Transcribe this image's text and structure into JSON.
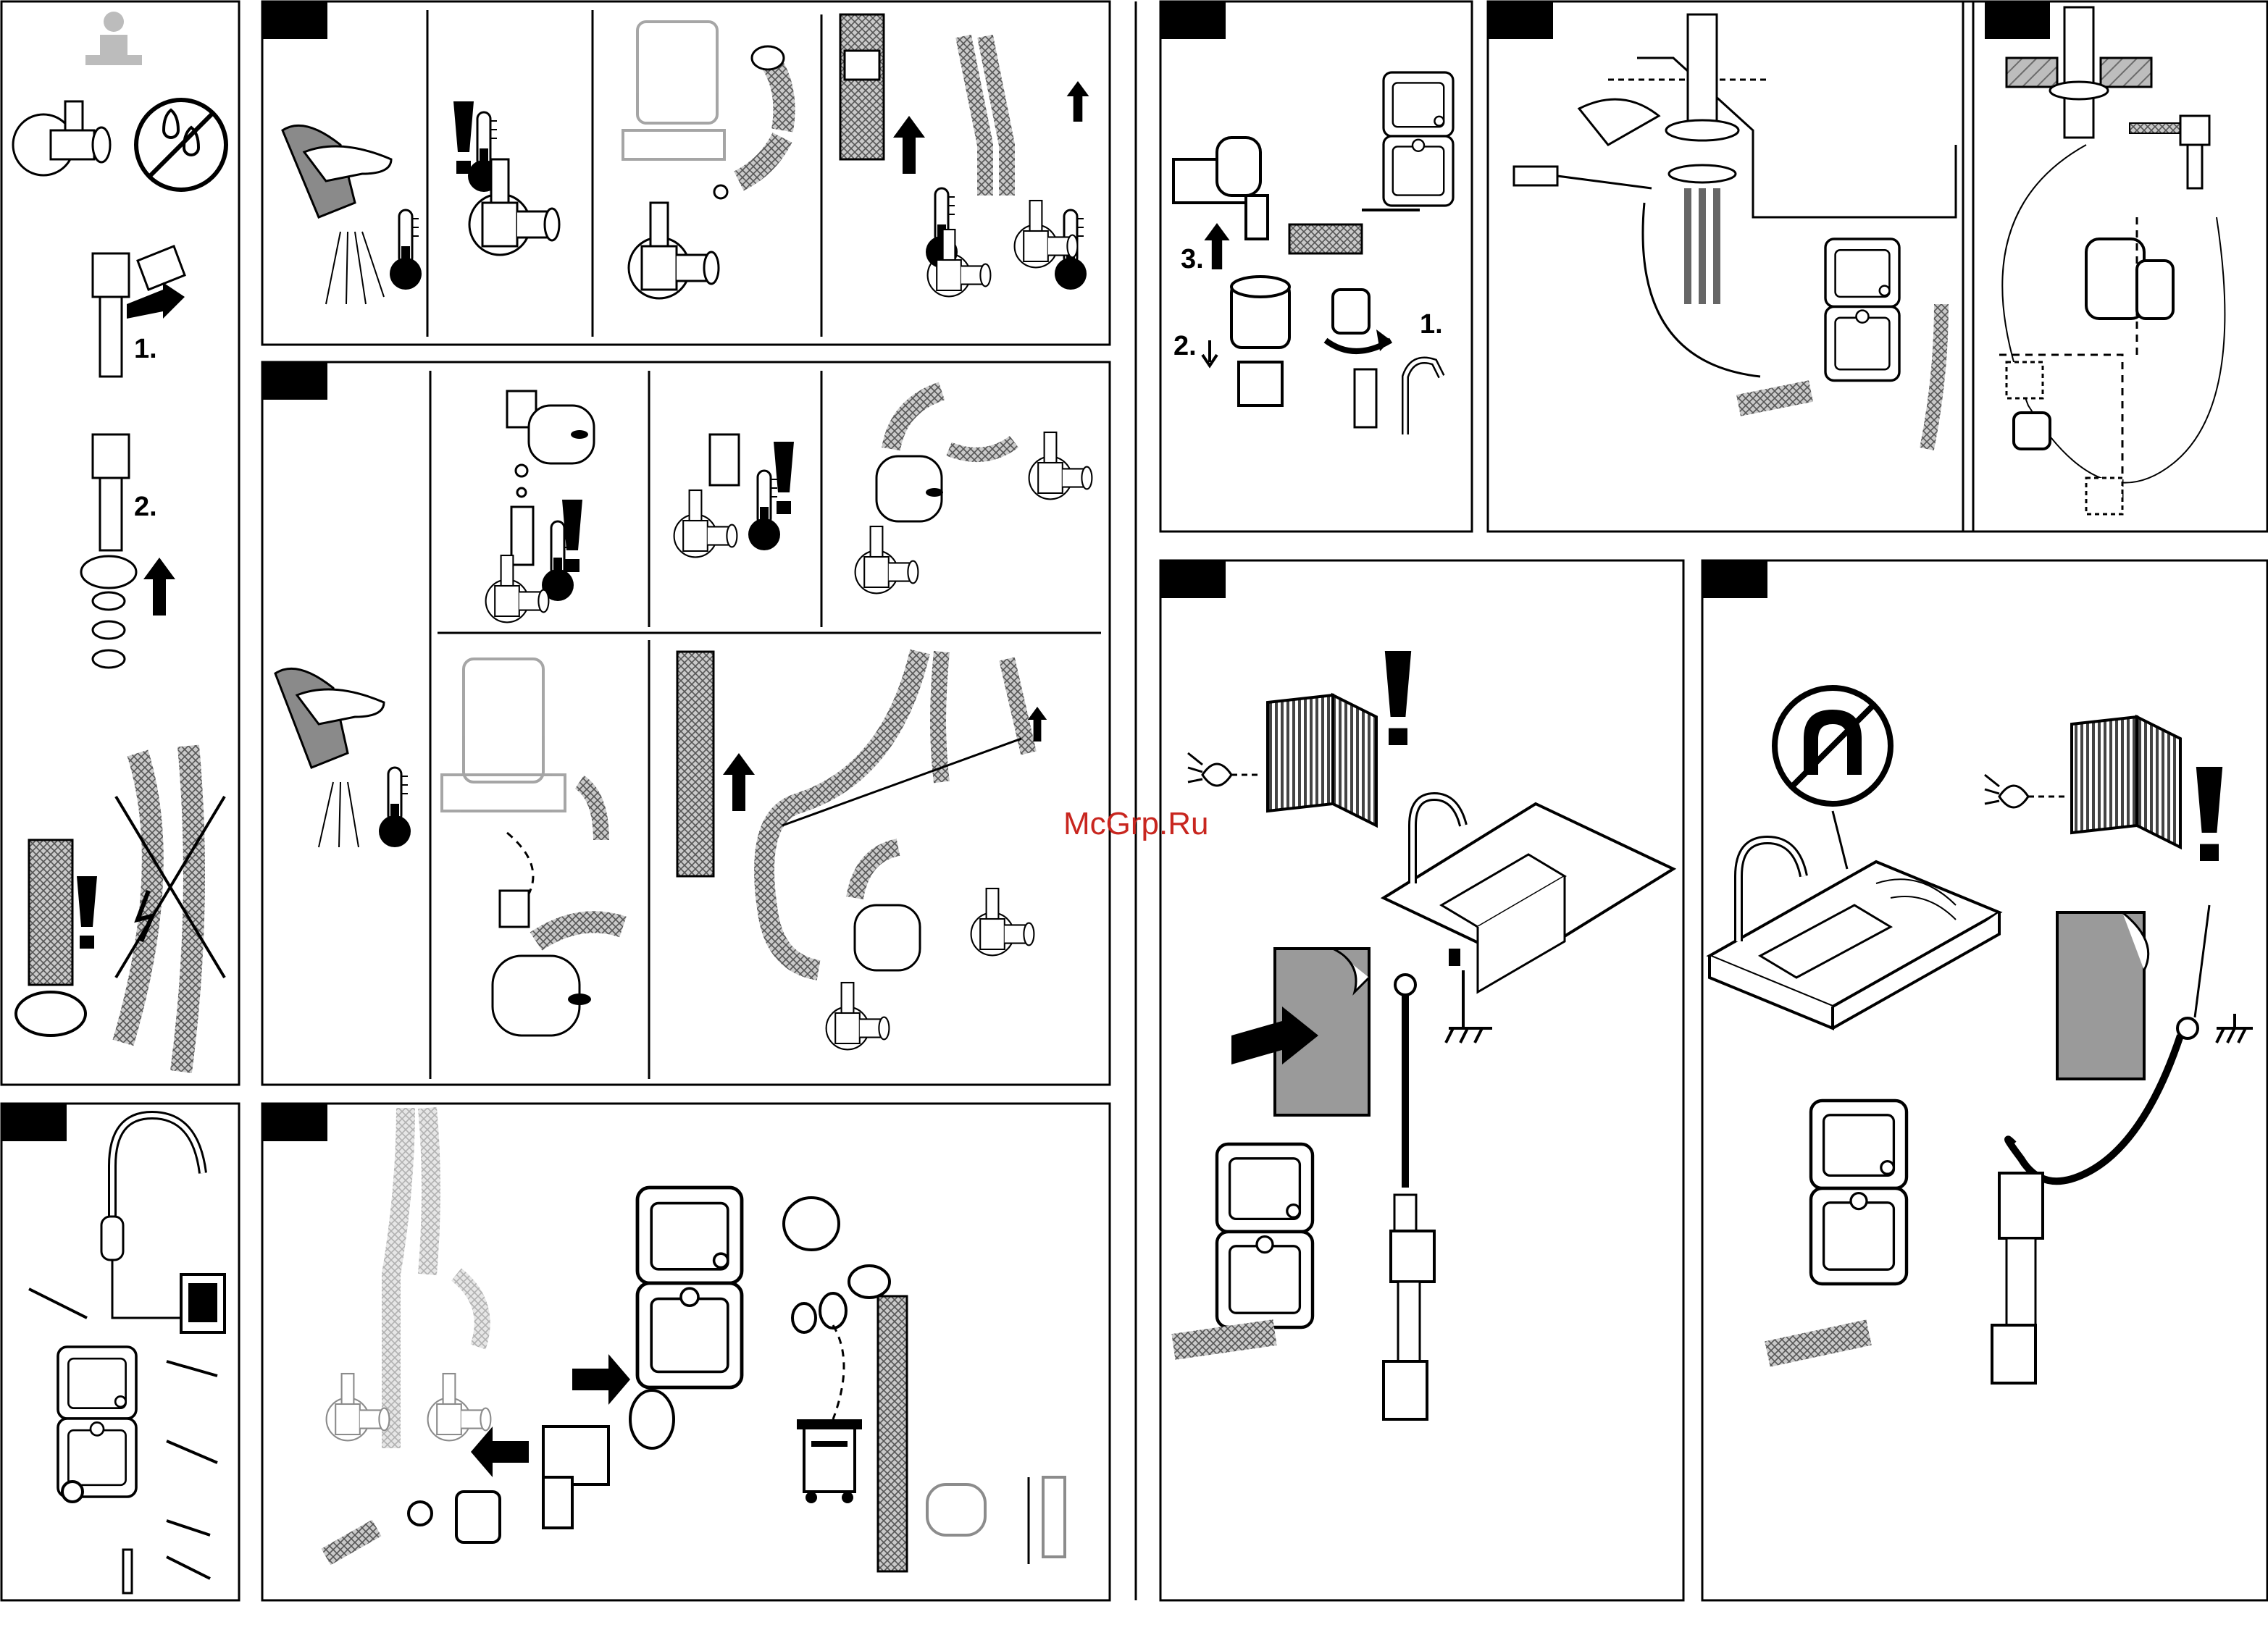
{
  "watermark": "McGrp.Ru",
  "panels": {
    "p1": {
      "steps": [
        "1.",
        "2."
      ]
    },
    "p8": {
      "steps": [
        "3.",
        "2.",
        "1."
      ]
    }
  },
  "colors": {
    "line": "#000000",
    "hose_fill": "#b8b8b8",
    "faded_line": "#c4c4c4",
    "sticker_fill": "#9a9a9a",
    "watermark": "#c8261f"
  },
  "icons": [
    "info-icon",
    "no-water-icon",
    "warning-icon",
    "thermometer-icon",
    "hand-icon",
    "arrow-icon",
    "recycle-bin-icon",
    "ground-symbol-icon",
    "eye-icon",
    "no-magnet-icon",
    "manual-icon"
  ]
}
